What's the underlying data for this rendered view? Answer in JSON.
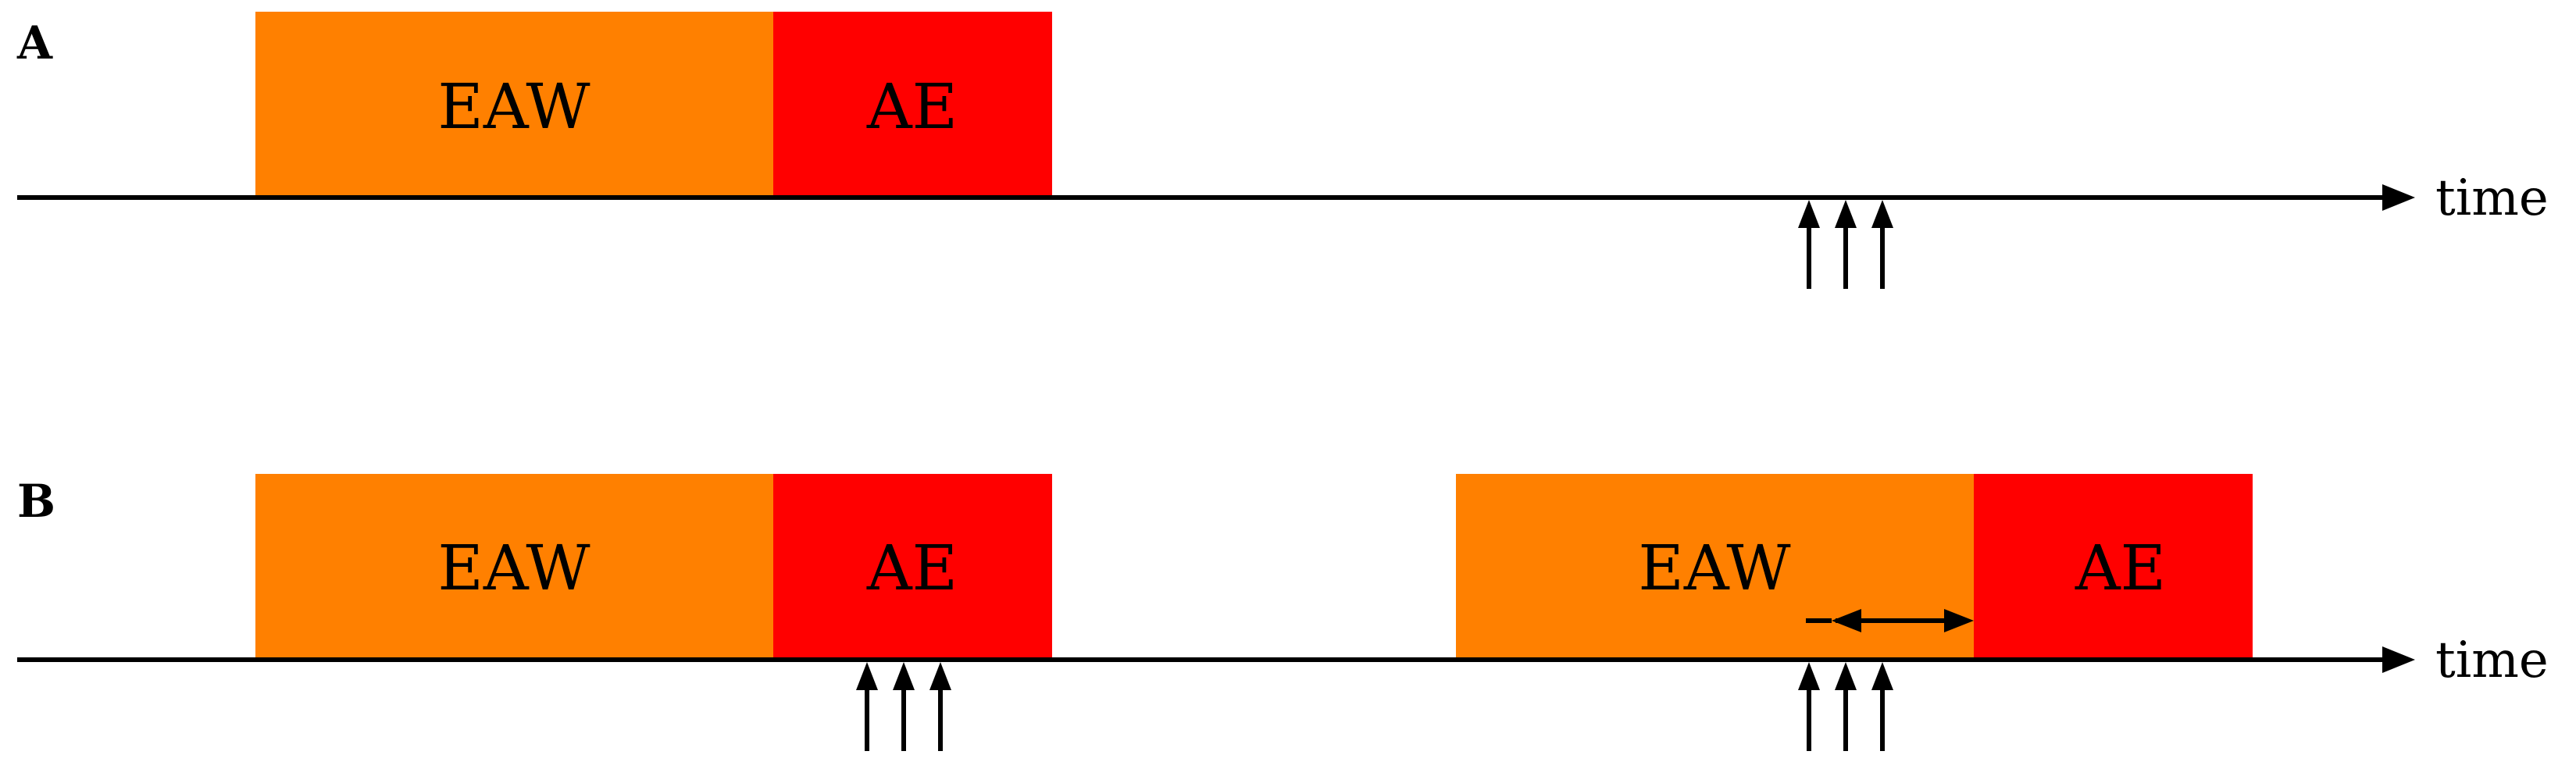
{
  "colors": {
    "eaw": "#FF8000",
    "ae": "#FF0000",
    "line": "#000000"
  },
  "panels": [
    {
      "label": "A",
      "axis_label": "time",
      "boxes": [
        {
          "kind": "eaw",
          "text": "EAW"
        },
        {
          "kind": "ae",
          "text": "AE"
        }
      ],
      "arrow_groups": 1,
      "interval_arrow": false
    },
    {
      "label": "B",
      "axis_label": "time",
      "boxes": [
        {
          "kind": "eaw",
          "text": "EAW"
        },
        {
          "kind": "ae",
          "text": "AE"
        },
        {
          "kind": "eaw",
          "text": "EAW"
        },
        {
          "kind": "ae",
          "text": "AE"
        }
      ],
      "arrow_groups": 2,
      "interval_arrow": true
    }
  ]
}
